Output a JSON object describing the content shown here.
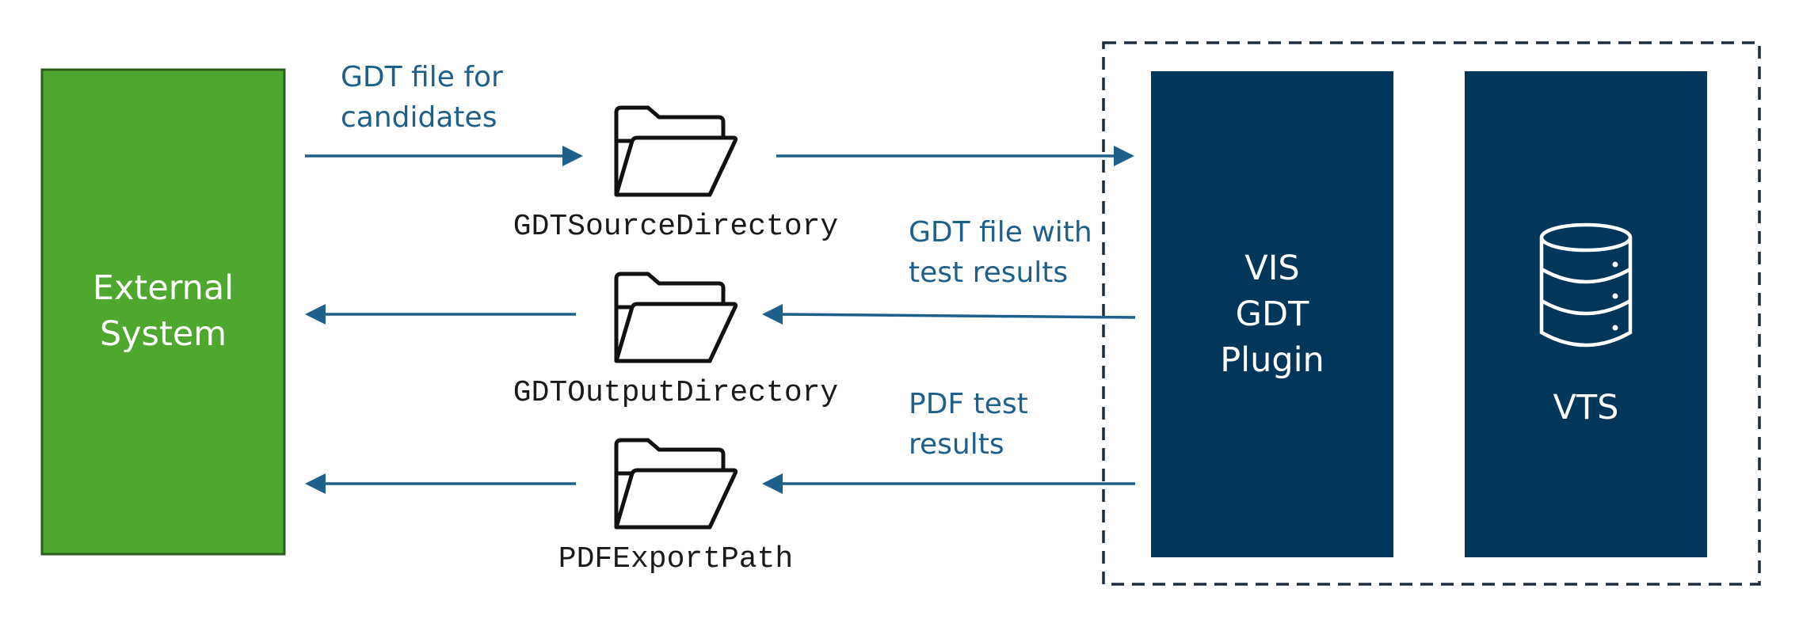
{
  "external_system": {
    "label_line1": "External",
    "label_line2": "System",
    "color": "#4ea72e"
  },
  "directories": [
    {
      "name": "GDTSourceDirectory",
      "icon": "folder-icon"
    },
    {
      "name": "GDTOutputDirectory",
      "icon": "folder-icon"
    },
    {
      "name": "PDFExportPath",
      "icon": "folder-icon"
    }
  ],
  "flows": {
    "to_source": {
      "line1": "GDT file for",
      "line2": "candidates"
    },
    "to_output": {
      "line1": "GDT file with",
      "line2": "test results"
    },
    "to_pdf": {
      "line1": "PDF test",
      "line2": "results"
    }
  },
  "vis_plugin": {
    "line1": "VIS",
    "line2": "GDT",
    "line3": "Plugin",
    "color": "#02365b"
  },
  "vts": {
    "label": "VTS",
    "icon": "database-icon",
    "color": "#02365b"
  },
  "arrow_color": "#1f5f8b"
}
